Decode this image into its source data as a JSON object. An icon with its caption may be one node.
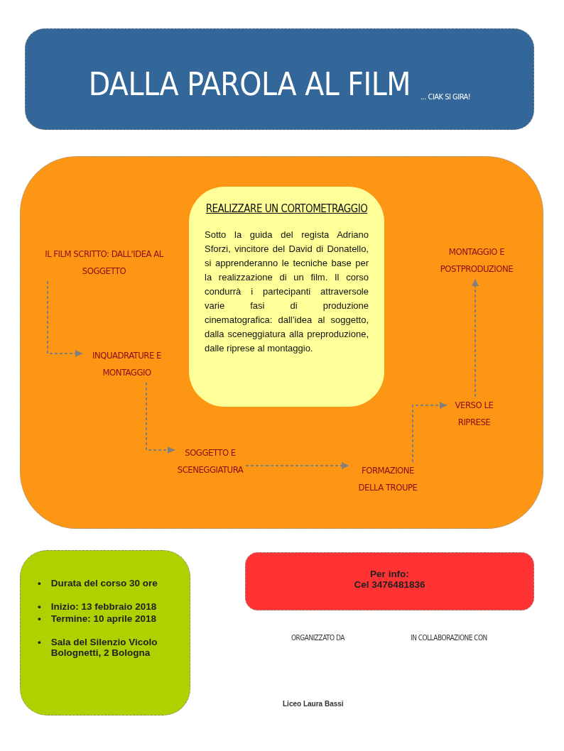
{
  "diagram": {
    "nodes": [
      {
        "text": [
          "DALLA PAROLA AL FILM",
          "... CIAK SI GIRA!"
        ]
      },
      {
        "text": [],
        "shape": "box"
      },
      {
        "text": [
          "REALIZZARE UN CORTOMETRAGGIO",
          "Sotto la guida del regista Adriano Sforzi, vincitore del David di Donatello, si apprenderanno le tecniche base per la realizzazione di un film. Il corso condurrà i partecipanti attraversole varie fasi di produzione cinematografica: dall’idea al soggetto, dalla sceneggiatura alla preproduzione, dalle riprese al montaggio."
        ],
        "in": 1
      },
      {
        "text": [
          "IL FILM SCRITTO: DALL'IDEA AL SOGGETTO"
        ],
        "in": 1
      },
      {
        "text": [
          "INQUADRATURE E MONTAGGIO"
        ],
        "in": 1
      },
      {
        "text": [
          "SOGGETTO E SCENEGGIATURA"
        ],
        "in": 1
      },
      {
        "text": [
          "FORMAZIONE DELLA TROUPE"
        ],
        "in": 1
      },
      {
        "text": [
          "VERSO LE RIPRESE"
        ],
        "in": 1
      },
      {
        "text": [
          "MONTAGGIO E POSTPRODUZIONE"
        ],
        "in": 1
      },
      {
        "text": [
          "• Durata del corso 30 ore",
          "• Inizio:  13 febbraio 2018",
          "• Termine:  10 aprile 2018",
          "• Sala del Silenzio Vicolo Bolognetti, 2 Bologna"
        ]
      },
      {
        "text": [
          "Per info:",
          "Cel 3476481836"
        ]
      }
    ],
    "edges": [
      {
        "from": 3,
        "to": 4,
        "arrow": "to",
        "style": "dashed"
      },
      {
        "from": 4,
        "to": 5,
        "arrow": "to",
        "style": "dashed"
      },
      {
        "from": 5,
        "to": 6,
        "arrow": "to",
        "style": "dashed"
      },
      {
        "from": 6,
        "to": 7,
        "arrow": "to",
        "style": "dashed"
      },
      {
        "from": 7,
        "to": 8,
        "arrow": "to",
        "style": "dashed"
      }
    ],
    "labels": [
      "ORGANIZZATO DA",
      "IN COLLABORAZIONE CON",
      "Liceo Laura Bassi"
    ]
  }
}
